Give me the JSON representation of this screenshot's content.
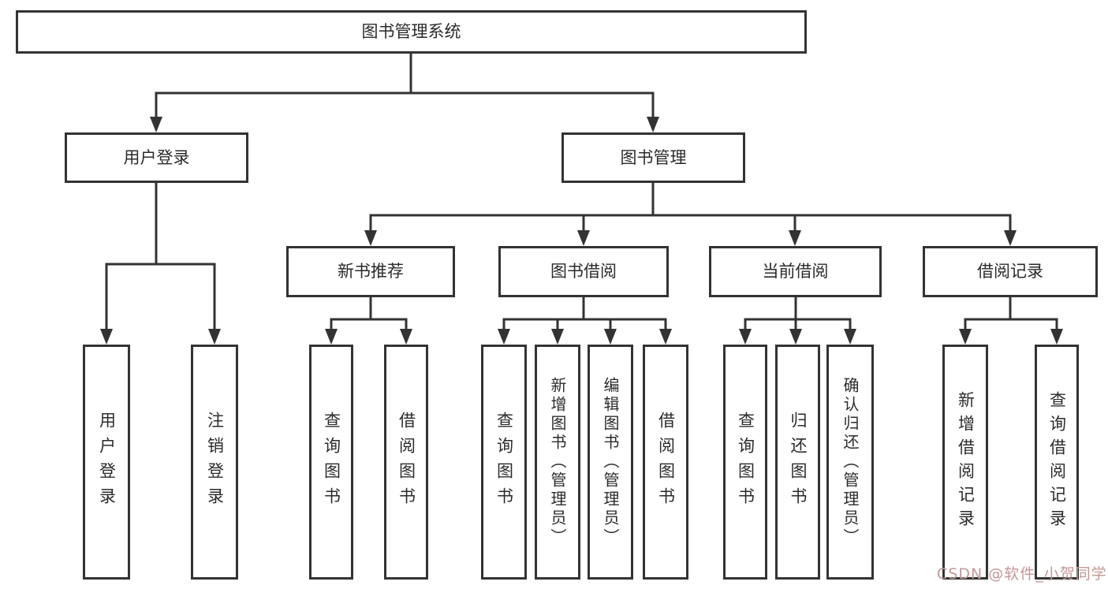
{
  "diagram": {
    "root": "图书管理系统",
    "children": [
      {
        "label": "用户登录",
        "children": [
          "用户登录",
          "注销登录"
        ]
      },
      {
        "label": "图书管理",
        "children": [
          {
            "label": "新书推荐",
            "children": [
              "查询图书",
              "借阅图书"
            ]
          },
          {
            "label": "图书借阅",
            "children": [
              "查询图书",
              "新增图书（管理员）",
              "编辑图书（管理员）",
              "借阅图书"
            ]
          },
          {
            "label": "当前借阅",
            "children": [
              "查询图书",
              "归还图书",
              "确认归还（管理员）"
            ]
          },
          {
            "label": "借阅记录",
            "children": [
              "新增借阅记录",
              "查询借阅记录"
            ]
          }
        ]
      }
    ]
  },
  "watermark": "CSDN @软件_小贺同学",
  "colors": {
    "background": "#ffffff",
    "line": "#333333",
    "box_border": "#333333",
    "text": "#2b2b2b",
    "watermark": "#c49797"
  }
}
